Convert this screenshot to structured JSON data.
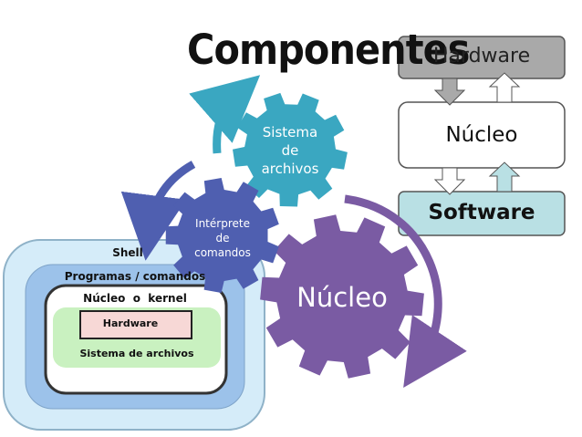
{
  "title": "Componentes",
  "stack": {
    "hardware": "Hardware",
    "kernel": "Núcleo",
    "software": "Software"
  },
  "gears": {
    "fs": [
      "Sistema",
      "de",
      "archivos"
    ],
    "shell": [
      "Intérprete",
      "de",
      "comandos"
    ],
    "kernel": "Núcleo"
  },
  "layers": {
    "shell": "Shell",
    "programs": "Programas / comandos",
    "kernel": "Núcleo  o  kernel",
    "hardware": "Hardware",
    "fs": "Sistema de archivos"
  },
  "colors": {
    "gear_fs": "#3aa7c1",
    "gear_shell": "#4f5fb0",
    "gear_kernel": "#7a5ba3",
    "box_hw": "#a9a9a9",
    "box_sw": "#b9e0e4"
  }
}
